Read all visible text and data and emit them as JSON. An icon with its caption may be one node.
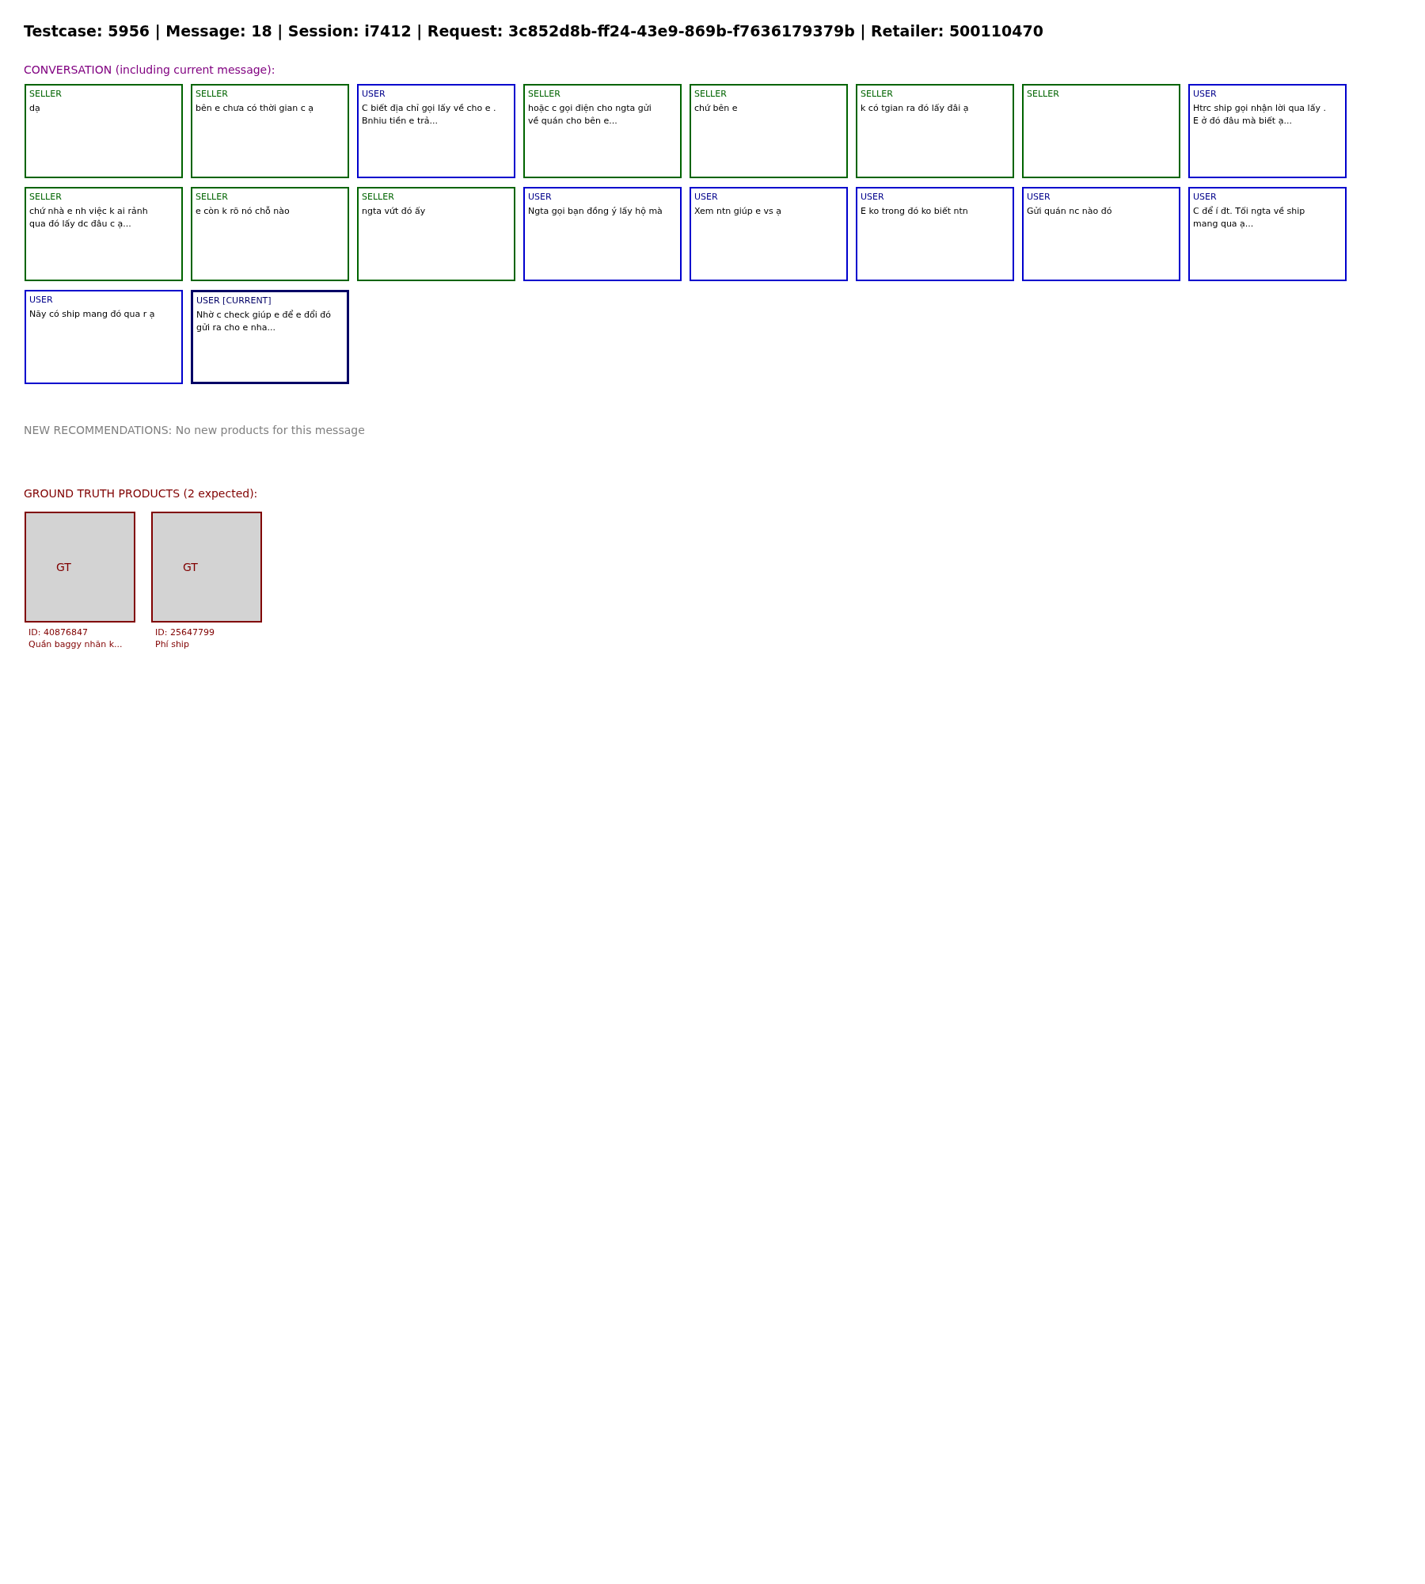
{
  "diagram": {
    "title": "Testcase: 5956 | Message: 18 | Session: i7412 | Request: 3c852d8b-ff24-43e9-869b-f7636179379b | Retailer: 500110470",
    "nodes": [
      {
        "text": [
          "SELLER",
          "dạ"
        ]
      },
      {
        "text": [
          "SELLER",
          "bên e chưa có thời gian c ạ"
        ]
      },
      {
        "text": [
          "USER",
          "C biết địa chỉ gọi lấy về cho e . Bnhiu tiền e trả..."
        ]
      },
      {
        "text": [
          "SELLER",
          "hoặc c gọi điện cho ngta gửi về quán cho bên e..."
        ]
      },
      {
        "text": [
          "SELLER",
          "chứ bên e"
        ]
      },
      {
        "text": [
          "SELLER",
          "k có tgian ra đó lấy đâi ạ"
        ]
      },
      {
        "text": [
          "SELLER"
        ]
      },
      {
        "text": [
          "USER",
          "Htrc ship gọi nhận lời qua lấy . E ở đó đâu mà biết ạ..."
        ]
      },
      {
        "text": [
          "SELLER",
          "chứ nhà e nh việc k ai rảnh qua đó lấy dc đâu c ạ..."
        ]
      },
      {
        "text": [
          "SELLER",
          "e còn k rõ nó chỗ nào"
        ]
      },
      {
        "text": [
          "SELLER",
          "ngta vứt đó ấy"
        ]
      },
      {
        "text": [
          "USER",
          "Ngta gọi bạn đồng ý lấy hộ mà"
        ]
      },
      {
        "text": [
          "USER",
          "Xem ntn giúp e vs ạ"
        ]
      },
      {
        "text": [
          "USER",
          "E ko trong đó ko biết ntn"
        ]
      },
      {
        "text": [
          "USER",
          "Gửi quán nc nào đó"
        ]
      },
      {
        "text": [
          "USER",
          "C để í đt. Tối ngta về ship mang qua ạ..."
        ]
      },
      {
        "text": [
          "USER",
          "Nãy có ship mang đó qua r ạ"
        ]
      },
      {
        "text": [
          "USER [CURRENT]",
          "Nhờ c check giúp e để e đổi đó gửi ra cho e nha..."
        ]
      },
      {
        "text": [
          "GT"
        ],
        "beside": [
          "ID: 40876847",
          "Quần baggy nhăn k..."
        ]
      },
      {
        "text": [
          "GT"
        ],
        "beside": [
          "ID: 25647799",
          "Phí ship"
        ]
      }
    ],
    "labels": [
      "CONVERSATION (including current message):",
      "NEW RECOMMENDATIONS: No new products for this message",
      "GROUND TRUTH PRODUCTS (2 expected):"
    ]
  }
}
